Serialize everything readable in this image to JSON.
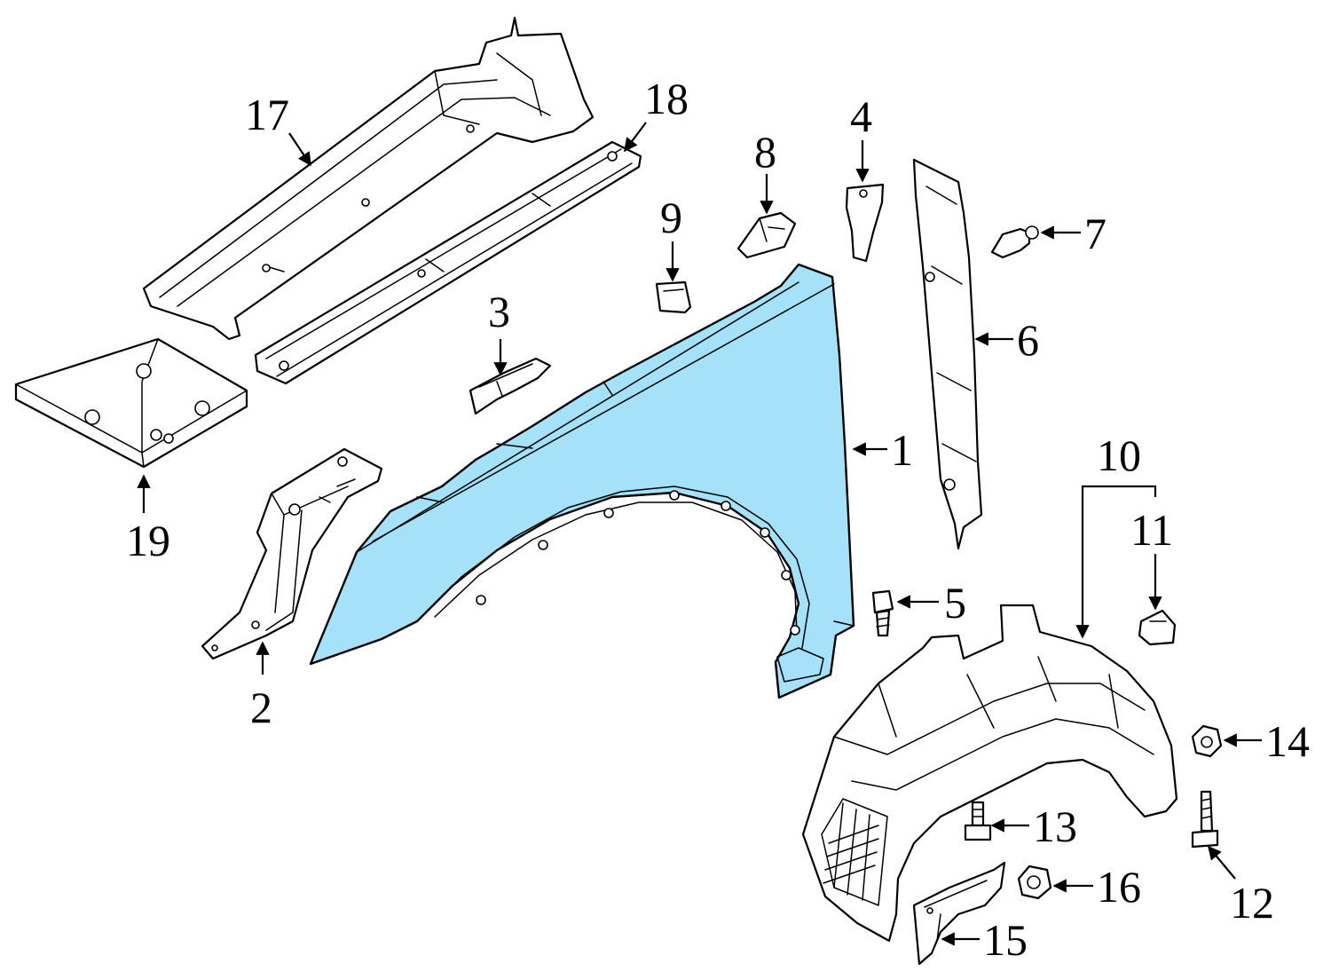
{
  "callouts": [
    {
      "id": "1",
      "label": "1"
    },
    {
      "id": "2",
      "label": "2"
    },
    {
      "id": "3",
      "label": "3"
    },
    {
      "id": "4",
      "label": "4"
    },
    {
      "id": "5",
      "label": "5"
    },
    {
      "id": "6",
      "label": "6"
    },
    {
      "id": "7",
      "label": "7"
    },
    {
      "id": "8",
      "label": "8"
    },
    {
      "id": "9",
      "label": "9"
    },
    {
      "id": "10",
      "label": "10"
    },
    {
      "id": "11",
      "label": "11"
    },
    {
      "id": "12",
      "label": "12"
    },
    {
      "id": "13",
      "label": "13"
    },
    {
      "id": "14",
      "label": "14"
    },
    {
      "id": "15",
      "label": "15"
    },
    {
      "id": "16",
      "label": "16"
    },
    {
      "id": "17",
      "label": "17"
    },
    {
      "id": "18",
      "label": "18"
    },
    {
      "id": "19",
      "label": "19"
    }
  ],
  "colors": {
    "highlight": "#a6e1fa",
    "line": "#000000",
    "background": "#ffffff"
  }
}
